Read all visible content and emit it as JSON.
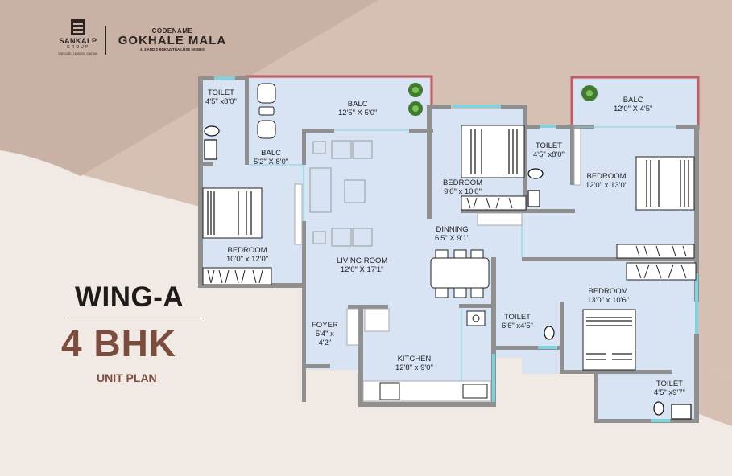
{
  "brand": {
    "name": "SANKALP",
    "group": "GROUP",
    "tagline": "Upscale. Upsize. Uprise.",
    "project_prefix": "CODENAME",
    "project_name": "GOKHALE MALA",
    "project_subtitle": "4, 3 AND 2 BHK ULTRA LUXE HOMES"
  },
  "heading": {
    "wing": "WING-A",
    "type": "4 BHK",
    "subtitle": "UNIT PLAN"
  },
  "colors": {
    "bg_light": "#f1e9e3",
    "bg_mid": "#d6c0b4",
    "bg_dark": "#c9b1a6",
    "room_fill": "#d8e4f4",
    "wall": "#8f8f8f",
    "accent_brown": "#7b4d3e",
    "balcony_rail": "#b7616a",
    "window": "#7fd3dc"
  },
  "rooms": [
    {
      "name": "TOILET",
      "size": "4'5\" x8'0\""
    },
    {
      "name": "BALC",
      "size": "12'5\" X 5'0\""
    },
    {
      "name": "BALC",
      "size": "5'2\" X 8'0\""
    },
    {
      "name": "BEDROOM",
      "size": "9'0\" x 10'0\""
    },
    {
      "name": "TOILET",
      "size": "4'5\" x8'0\""
    },
    {
      "name": "BALC",
      "size": "12'0\" X 4'5\""
    },
    {
      "name": "BEDROOM",
      "size": "12'0\" x 13'0\""
    },
    {
      "name": "BEDROOM",
      "size": "10'0\" x 12'0\""
    },
    {
      "name": "LIVING ROOM",
      "size": "12'0\" X 17'1\""
    },
    {
      "name": "DINNING",
      "size": "6'5\" X 9'1\""
    },
    {
      "name": "BEDROOM",
      "size": "13'0\" x 10'6\""
    },
    {
      "name": "FOYER",
      "size": "5'4\" x",
      "size2": "4'2\""
    },
    {
      "name": "TOILET",
      "size": "6'6\" x4'5\""
    },
    {
      "name": "KITCHEN",
      "size": "12'8\" x 9'0\""
    },
    {
      "name": "TOILET",
      "size": "4'5\" x9'7\""
    }
  ]
}
